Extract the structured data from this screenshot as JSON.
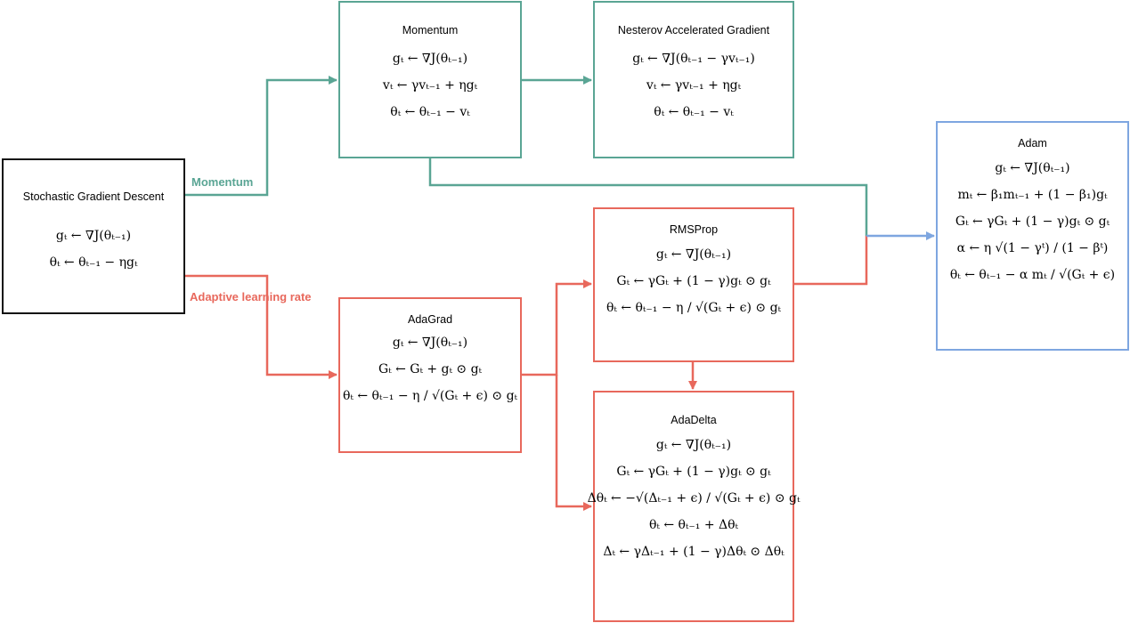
{
  "colors": {
    "momentum": "#5aa594",
    "adaptive": "#e8685c",
    "adam": "#7ea6e0",
    "sgd": "#111111"
  },
  "edge_labels": {
    "momentum": "Momentum",
    "adaptive": "Adaptive learning rate"
  },
  "boxes": {
    "sgd": {
      "title": "Stochastic Gradient Descent",
      "equations": [
        "gₜ ← ∇J(θₜ₋₁)",
        "θₜ ← θₜ₋₁ − ηgₜ"
      ]
    },
    "momentum": {
      "title": "Momentum",
      "equations": [
        "gₜ ← ∇J(θₜ₋₁)",
        "vₜ ← γvₜ₋₁ + ηgₜ",
        "θₜ ← θₜ₋₁ − vₜ"
      ]
    },
    "nesterov": {
      "title": "Nesterov Accelerated Gradient",
      "equations": [
        "gₜ ← ∇J(θₜ₋₁ − γvₜ₋₁)",
        "vₜ ← γvₜ₋₁ + ηgₜ",
        "θₜ ← θₜ₋₁ − vₜ"
      ]
    },
    "adam": {
      "title": "Adam",
      "equations": [
        "gₜ ← ∇J(θₜ₋₁)",
        "mₜ ← β₁mₜ₋₁ + (1 − β₁)gₜ",
        "Gₜ ← γGₜ + (1 − γ)gₜ ⊙ gₜ",
        "α ← η √(1 − γᵗ) / (1 − βᵗ)",
        "θₜ ← θₜ₋₁ − α mₜ / √(Gₜ + ϵ)"
      ]
    },
    "rmsprop": {
      "title": "RMSProp",
      "equations": [
        "gₜ ← ∇J(θₜ₋₁)",
        "Gₜ ← γGₜ + (1 − γ)gₜ ⊙ gₜ",
        "θₜ ← θₜ₋₁ − η / √(Gₜ + ϵ) ⊙ gₜ"
      ]
    },
    "adagrad": {
      "title": "AdaGrad",
      "equations": [
        "gₜ ← ∇J(θₜ₋₁)",
        "Gₜ ← Gₜ + gₜ ⊙ gₜ",
        "θₜ ← θₜ₋₁ − η / √(Gₜ + ϵ) ⊙ gₜ"
      ]
    },
    "adadelta": {
      "title": "AdaDelta",
      "equations": [
        "gₜ ← ∇J(θₜ₋₁)",
        "Gₜ ← γGₜ + (1 − γ)gₜ ⊙ gₜ",
        "Δθₜ ← −√(Δₜ₋₁ + ϵ) / √(Gₜ + ϵ) ⊙ gₜ",
        "θₜ ← θₜ₋₁ + Δθₜ",
        "Δₜ ← γΔₜ₋₁ + (1 − γ)Δθₜ ⊙ Δθₜ"
      ]
    }
  }
}
